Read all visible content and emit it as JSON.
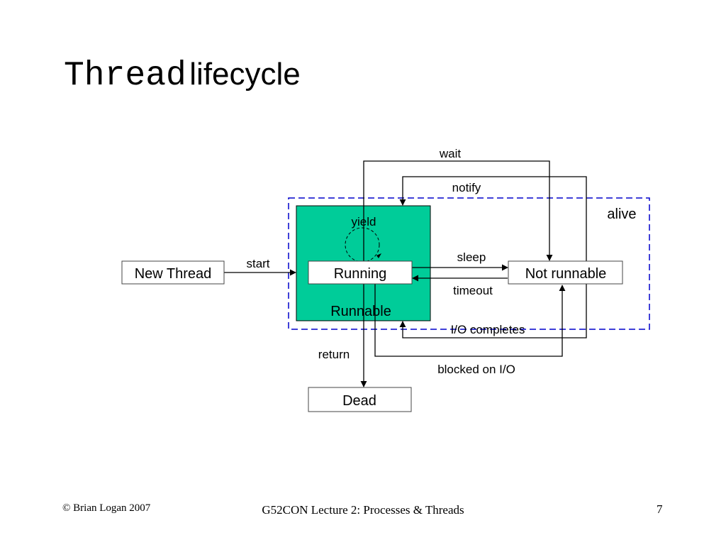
{
  "slide": {
    "title_code": "Thread",
    "title_text": "lifecycle"
  },
  "diagram": {
    "nodes": {
      "new_thread": "New Thread",
      "running": "Running",
      "not_runnable": "Not runnable",
      "dead": "Dead"
    },
    "regions": {
      "runnable": "Runnable",
      "alive": "alive"
    },
    "edges": {
      "start": "start",
      "yield": "yield",
      "sleep": "sleep",
      "timeout": "timeout",
      "wait": "wait",
      "notify": "notify",
      "io_completes": "I/O completes",
      "blocked_on_io": "blocked on I/O",
      "return": "return"
    },
    "colors": {
      "runnable_fill": "#00cc99",
      "alive_border": "#0000cc",
      "line": "#000000"
    }
  },
  "footer": {
    "copyright": "© Brian Logan 2007",
    "course": "G52CON Lecture 2: Processes & Threads",
    "page_number": "7"
  }
}
